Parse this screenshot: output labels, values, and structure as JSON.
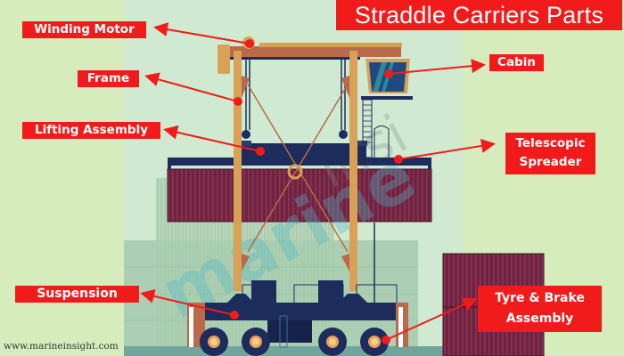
{
  "title": "Straddle Carriers Parts",
  "labels": {
    "winding_motor": "Winding Motor",
    "frame": "Frame",
    "lifting_assembly": "Lifting Assembly",
    "suspension": "Suspension",
    "cabin": "Cabin",
    "telescopic_spreader_line1": "Telescopic",
    "telescopic_spreader_line2": "Spreader",
    "tyre_brake_line1": "Tyre & Brake",
    "tyre_brake_line2": "Assembly"
  },
  "credit": "www.marineinsight.com",
  "watermark": "marine insight",
  "colors": {
    "label_bg": "#f21b1b",
    "background_outer": "#d6ecbc",
    "background_inner": "#cfead0",
    "frame": "#d9a157",
    "container": "#6e2340",
    "chassis": "#1c2c5c",
    "ground": "#6fa59b"
  }
}
